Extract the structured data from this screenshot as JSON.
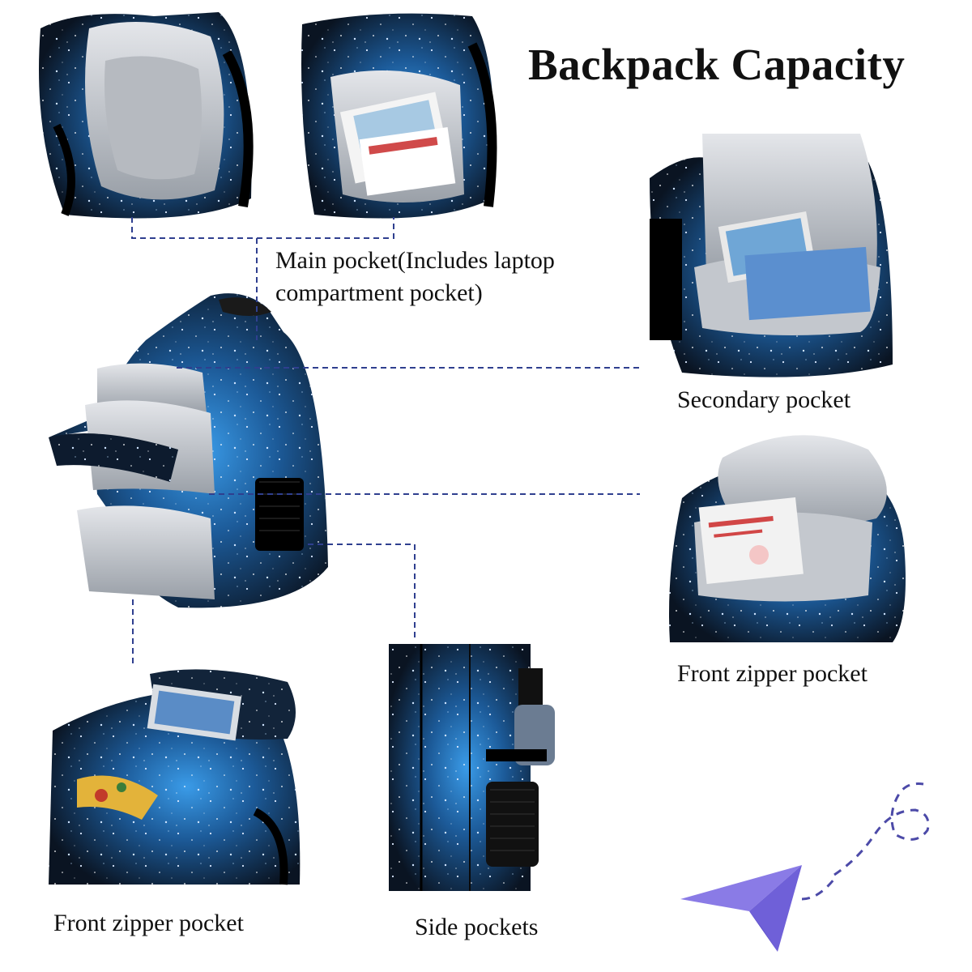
{
  "title": "Backpack Capacity",
  "labels": {
    "main_pocket_line1": "Main pocket(Includes laptop",
    "main_pocket_line2": "compartment pocket)",
    "secondary_pocket": "Secondary pocket",
    "front_zipper_right": "Front zipper pocket",
    "front_zipper_bottom": "Front zipper pocket",
    "side_pockets": "Side pockets"
  },
  "colors": {
    "connector": "#2f3f8f",
    "galaxy_dark": "#0b1626",
    "galaxy_blue": "#2c7fd0",
    "lining": "#c9ccd1",
    "plane": "#8a7be6",
    "trail": "#4c4aa8"
  },
  "icons": {
    "plane": "paper-plane-icon"
  }
}
